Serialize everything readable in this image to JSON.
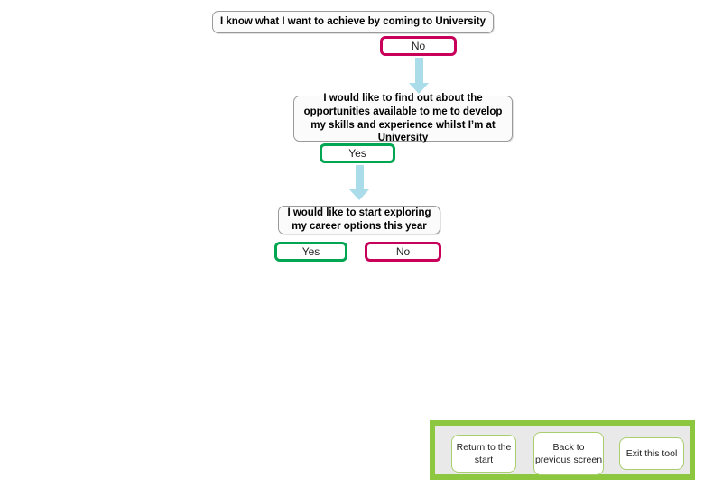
{
  "flow": {
    "nodes": [
      {
        "id": "q1",
        "text": "I know what I want to achieve by coming to University"
      },
      {
        "id": "q2",
        "text": "I would like to find out about the opportunities available to me to develop my skills and experience whilst I’m at University"
      },
      {
        "id": "q3",
        "text": "I would like to start exploring my career options this year"
      }
    ],
    "answers": {
      "q1_no": "No",
      "q2_yes": "Yes",
      "q3_yes": "Yes",
      "q3_no": "No"
    }
  },
  "nav": {
    "buttons": [
      {
        "id": "return-to-start",
        "label": "Return to the start"
      },
      {
        "id": "back-to-previous-screen",
        "label": "Back to previous screen"
      },
      {
        "id": "exit-this-tool",
        "label": "Exit this tool"
      }
    ]
  },
  "colors": {
    "no_accent": "#c8005a",
    "yes_accent": "#00a651",
    "arrow": "#aadde9",
    "panel_border": "#8dc63f",
    "panel_fill": "#e9e9e9",
    "nav_button_border": "#a9ce6e",
    "box_border": "#9a9a9a",
    "page_background": "#ffffff"
  }
}
